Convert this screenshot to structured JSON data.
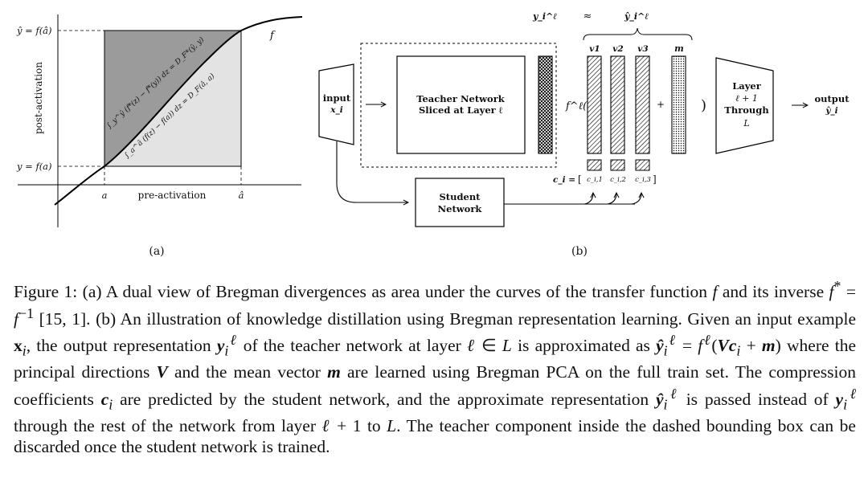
{
  "panel_a": {
    "label": "(a)",
    "y_hat_label": "ŷ = f(â)",
    "y_label": "y = f(a)",
    "ylabel": "post-activation",
    "xlabel": "pre-activation",
    "a_tick": "a",
    "a_hat_tick": "â",
    "curve_label": "f",
    "dark_integral": "∫_y^ŷ (f*(z) − f*(y)) dz = D_F*(ŷ, y)",
    "light_integral": "∫_a^â (f(z) − f(a)) dz = D_F(â, a)"
  },
  "panel_b": {
    "label": "(b)",
    "input_label": "input",
    "input_var": "x_i",
    "teacher_line1": "Teacher Network",
    "teacher_line2": "Sliced at Layer ℓ",
    "y_label": "y_i^ℓ",
    "approx": "≈",
    "yhat_label": "ŷ_i^ℓ",
    "f_label": "f^ℓ(",
    "close_paren": ")",
    "plus": "+",
    "v1": "v1",
    "v2": "v2",
    "v3": "v3",
    "m": "m",
    "c_label": "c_i =",
    "c_open": "[",
    "c_close": "]",
    "c1": "c_i,1",
    "c2": "c_i,2",
    "c3": "c_i,3",
    "student_line1": "Student",
    "student_line2": "Network",
    "layer_line1": "Layer",
    "layer_line2": "ℓ + 1",
    "layer_line3": "Through",
    "layer_line4": "L",
    "output_label": "output",
    "output_var": "ŷ_i"
  },
  "caption": {
    "fig_no": "Figure 1:",
    "text": "(a) A dual view of Bregman divergences as area under the curves of the transfer function f and its inverse f* = f^−1 [15, 1]. (b) An illustration of knowledge distillation using Bregman representation learning. Given an input example x_i, the output representation y_i^ℓ of the teacher network at layer ℓ ∈ L is approximated as ŷ_i^ℓ = f^ℓ(V c_i + m) where the principal directions V and the mean vector m are learned using Bregman PCA on the full train set. The compression coefficients c_i are predicted by the student network, and the approximate representation ŷ_i^ℓ is passed instead of y_i^ℓ through the rest of the network from layer ℓ + 1 to L. The teacher component inside the dashed bounding box can be discarded once the student network is trained.",
    "seg_01": "(a) A dual view of Bregman divergences as area under the curves of the transfer function ",
    "seg_02": " and its inverse ",
    "seg_03": " [15, 1].  (b) An illustration of knowledge distillation using Bregman representation learning.  Given an input example ",
    "seg_04": ", the output representation ",
    "seg_05": " of the teacher network at layer ",
    "seg_06": " is approximated as ",
    "seg_07": " where the principal directions ",
    "seg_08": " and the mean vector ",
    "seg_09": " are learned using Bregman PCA on the full train set.  The compression coefficients ",
    "seg_10": " are predicted by the student network, and the approximate representation ",
    "seg_11": " is passed instead of ",
    "seg_12": " through the rest of the network from layer ",
    "seg_13": " to ",
    "seg_14": ".  The teacher component inside the dashed bounding box can be discarded once the student network is trained."
  }
}
